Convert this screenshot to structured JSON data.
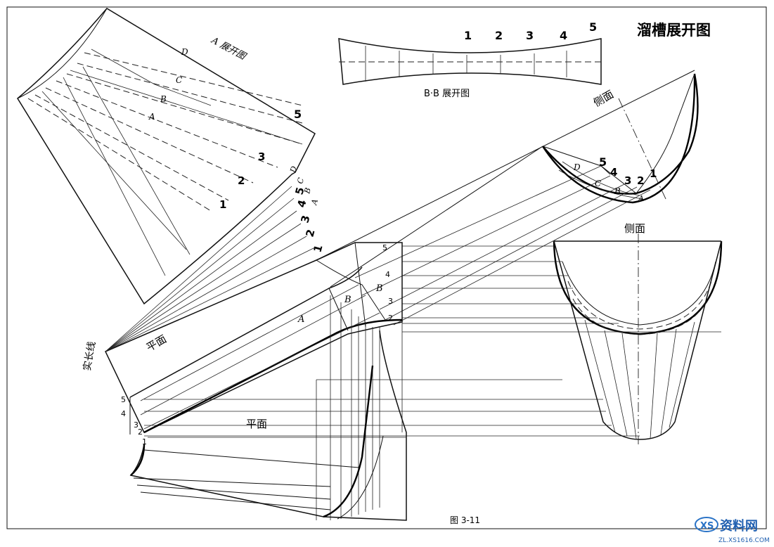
{
  "title": "溜槽展开图",
  "figure_caption": "图 3-11",
  "views": {
    "side_view_upper": "侧面",
    "side_view_right": "侧面",
    "plan_view_slope": "平面",
    "plan_view_horizontal": "平面",
    "true_length_mark": "实长线"
  },
  "developments": {
    "a_development": "A 展开图",
    "bb_development": "B·B 展开图"
  },
  "point_numbers": [
    "1",
    "2",
    "3",
    "4",
    "5"
  ],
  "bb_numbers": [
    "1",
    "2",
    "3",
    "4",
    "5"
  ],
  "part_letters": [
    "A",
    "B",
    "C",
    "D"
  ],
  "watermark": {
    "brand": "资料网",
    "url": "ZL.XS1616.COM"
  }
}
